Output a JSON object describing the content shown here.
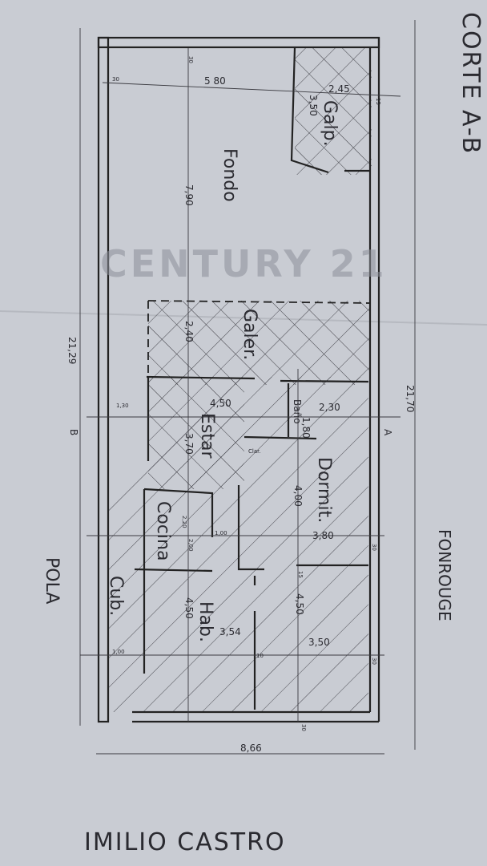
{
  "title": "CORTE A-B",
  "streets": {
    "right": "FONROUGE",
    "left": "POLA",
    "bottom": "IMILIO CASTRO"
  },
  "watermark": "CENTURY 21",
  "section_marks": {
    "a": "A",
    "b": "B"
  },
  "rooms": {
    "galpon": "Galp.",
    "fondo": "Fondo",
    "galeria": "Galer.",
    "estar": "Estar",
    "dormitorio": "Dormit.",
    "bano": "Baño",
    "placard": "Clar.",
    "cocina": "Cocina",
    "habitacion": "Hab.",
    "cubierto": "Cub."
  },
  "dimensions": {
    "total_length_left": "21,29",
    "total_length_right": "21,70",
    "total_width": "8,66",
    "fondo_width": "5 80",
    "fondo_length": "7,90",
    "galpon_width": "2,45",
    "galpon_length": "3,50",
    "galeria_length": "2,40",
    "estar_width": "4,50",
    "estar_length": "3,70",
    "bano_width": "2,30",
    "bano_length": "1,80",
    "dormit_length": "4,00",
    "dormit_width": "3,80",
    "cocina_length": "2,20",
    "cocina_width": "2,00",
    "pasillo": "1,00",
    "cub_width": "1,00",
    "hab_length": "4,50",
    "hab_width": "3,54",
    "hab2_length": "4,50",
    "hab2_width": "3,50",
    "side_left": "1,30",
    "wall_30": "30",
    "wall_15": "15",
    "wall_10": "10"
  },
  "colors": {
    "paper": "#c9ccd3",
    "ink": "#2a2a30"
  }
}
